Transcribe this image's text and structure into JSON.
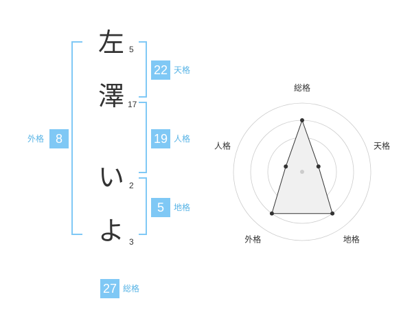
{
  "name": {
    "chars": [
      {
        "char": "左",
        "strokes": "5"
      },
      {
        "char": "澤",
        "strokes": "17"
      },
      {
        "char": "い",
        "strokes": "2"
      },
      {
        "char": "よ",
        "strokes": "3"
      }
    ]
  },
  "kaku": {
    "tenkaku": {
      "value": "22",
      "label": "天格"
    },
    "jinkaku": {
      "value": "19",
      "label": "人格"
    },
    "chikaku": {
      "value": "5",
      "label": "地格"
    },
    "gaikaku": {
      "value": "8",
      "label": "外格"
    },
    "soukaku": {
      "value": "27",
      "label": "総格"
    }
  },
  "chart_data": {
    "type": "radar",
    "axes": [
      "総格",
      "天格",
      "地格",
      "外格",
      "人格"
    ],
    "values": [
      0.75,
      0.25,
      0.75,
      0.75,
      0.25
    ],
    "range": [
      0,
      1
    ],
    "rings": 4,
    "colors": {
      "line": "#333333",
      "fill": "#f0f0f0",
      "grid": "#cccccc",
      "center": "#cccccc"
    }
  }
}
